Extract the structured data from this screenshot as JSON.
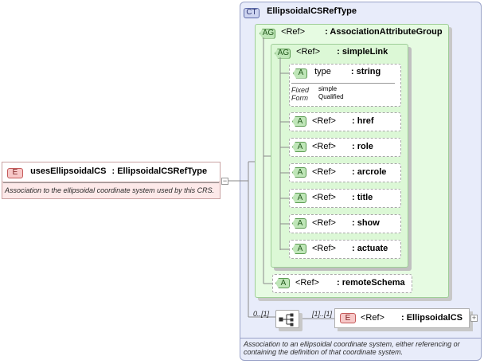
{
  "complex_type": {
    "badge": "CT",
    "name": "EllipsoidalCSRefType",
    "description_line1": "Association to an ellipsoidal coordinate system, either referencing or",
    "description_line2": "containing the definition of that coordinate system."
  },
  "attribute_group_outer": {
    "badge": "AG",
    "ref": "<Ref>",
    "type": ": AssociationAttributeGroup"
  },
  "attribute_group_inner": {
    "badge": "AG",
    "ref": "<Ref>",
    "type": ": simpleLink"
  },
  "type_attribute": {
    "badge": "A",
    "name": "type",
    "type": ": string",
    "facet_label1": "Fixed",
    "facet_label2": "Form",
    "facet_value1": "simple",
    "facet_value2": "Qualified"
  },
  "attributes": [
    {
      "badge": "A",
      "ref": "<Ref>",
      "type": ": href"
    },
    {
      "badge": "A",
      "ref": "<Ref>",
      "type": ": role"
    },
    {
      "badge": "A",
      "ref": "<Ref>",
      "type": ": arcrole"
    },
    {
      "badge": "A",
      "ref": "<Ref>",
      "type": ": title"
    },
    {
      "badge": "A",
      "ref": "<Ref>",
      "type": ": show"
    },
    {
      "badge": "A",
      "ref": "<Ref>",
      "type": ": actuate"
    }
  ],
  "remote_schema": {
    "badge": "A",
    "ref": "<Ref>",
    "type": ": remoteSchema"
  },
  "root_element": {
    "badge": "E",
    "name": "usesEllipsoidalCS",
    "type": ": EllipsoidalCSRefType",
    "description": "Association to the ellipsoidal coordinate system used by this CRS."
  },
  "sequence": {
    "multiplicity_left": "0..[1]",
    "multiplicity_right": "[1]..[1]"
  },
  "child_element": {
    "badge": "E",
    "ref": "<Ref>",
    "type": ": EllipsoidalCS"
  },
  "toggle_collapse": "−",
  "toggle_expand": "+",
  "colors": {
    "complex_type_bg": "#e8ecfa",
    "attribute_group_bg": "#e6fbe2",
    "element_bg": "#fde9e9"
  }
}
